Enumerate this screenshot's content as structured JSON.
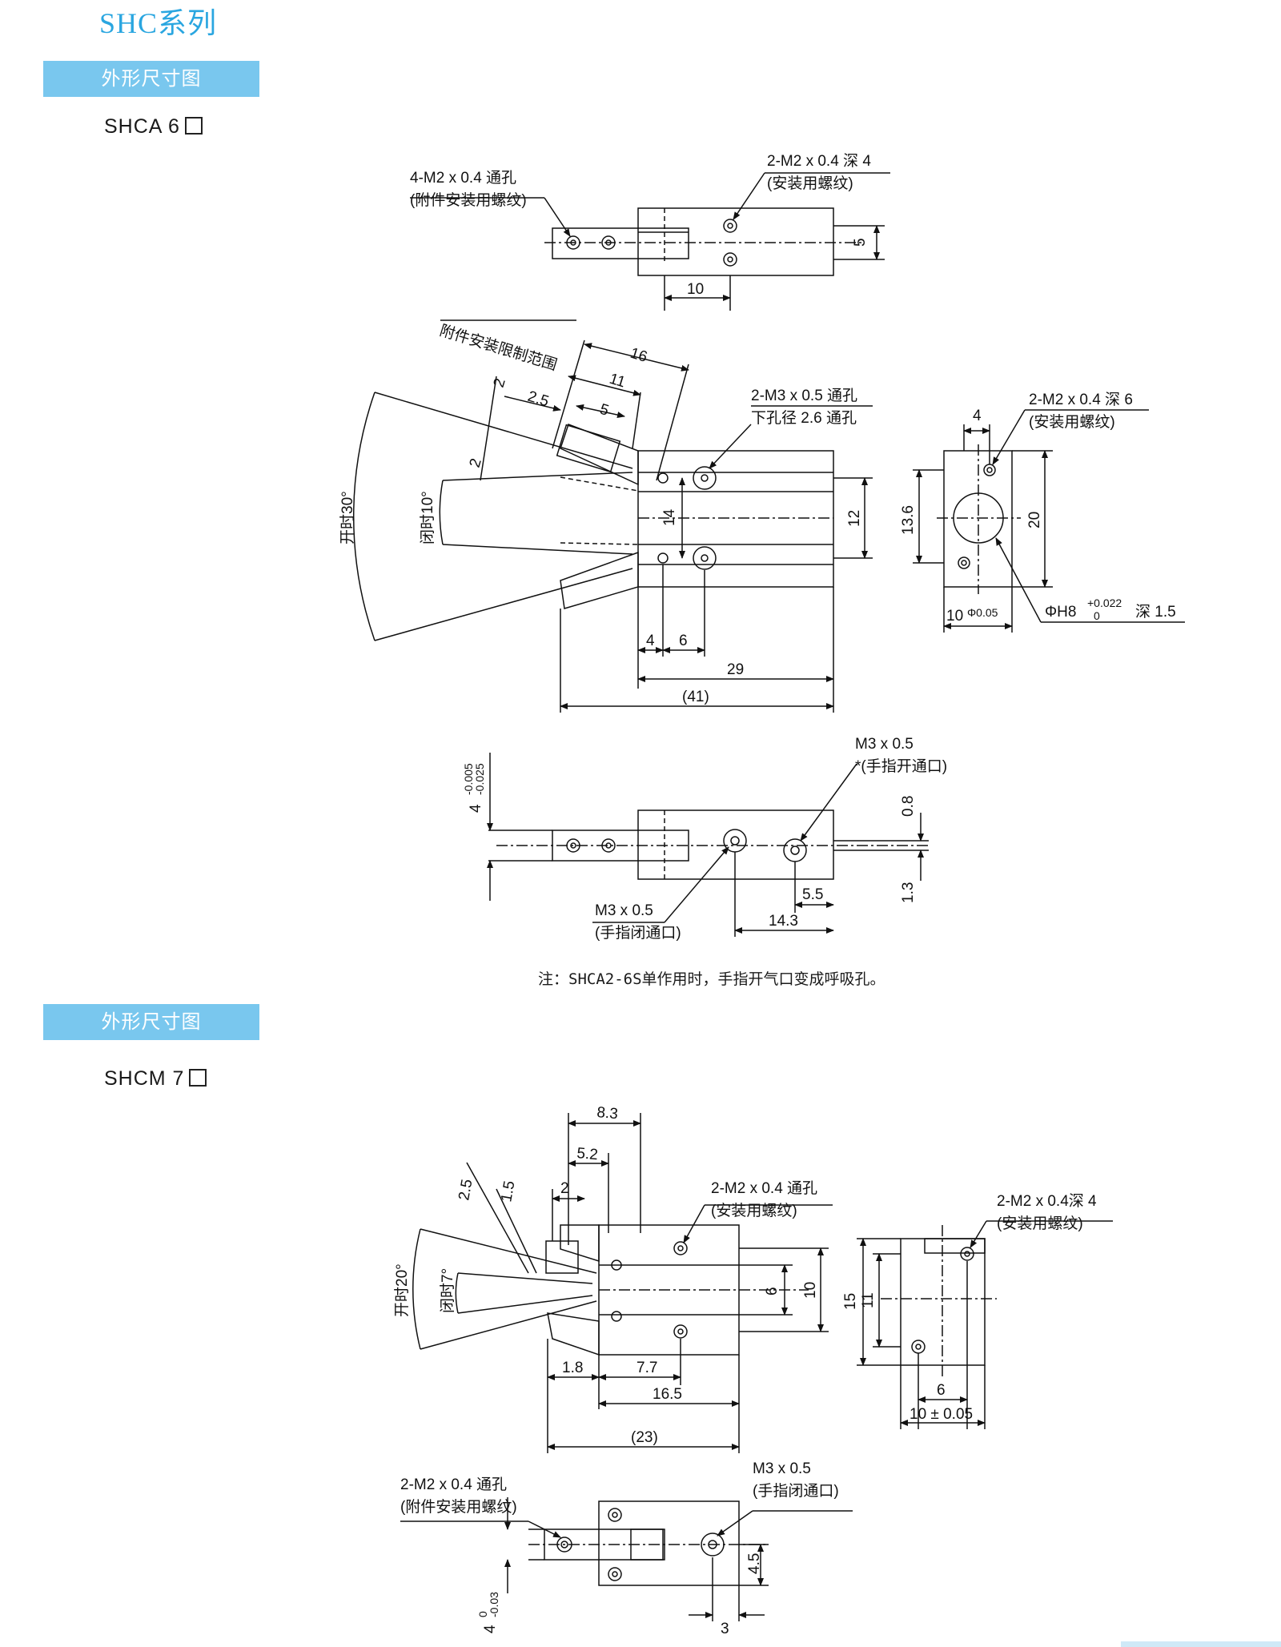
{
  "header": {
    "series_title": "SHC系列"
  },
  "section1": {
    "bar_label": "外形尺寸图",
    "model": "SHCA 6"
  },
  "section2": {
    "bar_label": "外形尺寸图",
    "model": "SHCM 7"
  },
  "note": "注：SHCA2-6S单作用时，手指开气口变成呼吸孔。",
  "shca6": {
    "top_left_callout_1": "4-M2 x 0.4 通孔",
    "top_left_callout_2": "(附件安装用螺纹)",
    "top_right_callout_1": "2-M2 x 0.4 深 4",
    "top_right_callout_2": "(安装用螺纹)",
    "dim_10": "10",
    "dim_5": "5",
    "attach_range": "附件安装限制范围",
    "dim_16": "16",
    "dim_11": "11",
    "dim_5b": "5",
    "dim_2_5": "2.5",
    "dim_2a": "2",
    "dim_2b": "2",
    "open_angle": "开时30°",
    "close_angle": "闭时10°",
    "m3_callout_1": "2-M3 x 0.5 通孔",
    "m3_callout_2": "下孔径 2.6 通孔",
    "dim_14": "14",
    "dim_12": "12",
    "dim_4": "4",
    "dim_6": "6",
    "dim_29": "29",
    "dim_41": "(41)",
    "side_callout_1": "2-M2 x 0.4 深 6",
    "side_callout_2": "(安装用螺纹)",
    "side_dim_4": "4",
    "side_dim_13_6": "13.6",
    "side_dim_20": "20",
    "side_dim_10": "10",
    "side_tol": "Φ0.05",
    "side_bore": "ΦH8",
    "side_bore_tol_top": "+0.022",
    "side_bore_tol_bot": "0",
    "side_bore_depth": "深 1.5",
    "bot_open_1": "M3 x 0.5",
    "bot_open_2": "*(手指开通口)",
    "bot_close_1": "M3 x 0.5",
    "bot_close_2": "(手指闭通口)",
    "bot_tol": "4",
    "bot_tol_top": "-0.005",
    "bot_tol_bot": "-0.025",
    "bot_0_8": "0.8",
    "bot_1_3": "1.3",
    "bot_5_5": "5.5",
    "bot_14_3": "14.3"
  },
  "shcm7": {
    "dim_8_3": "8.3",
    "dim_5_2": "5.2",
    "dim_2": "2",
    "dim_2_5": "2.5",
    "dim_1_5": "1.5",
    "open_angle": "开时20°",
    "close_angle": "闭时7°",
    "callout_1": "2-M2 x 0.4 通孔",
    "callout_2": "(安装用螺纹)",
    "dim_6": "6",
    "dim_10": "10",
    "dim_1_8": "1.8",
    "dim_7_7": "7.7",
    "dim_16_5": "16.5",
    "dim_23": "(23)",
    "side_callout_1": "2-M2 x 0.4深 4",
    "side_callout_2": "(安装用螺纹)",
    "side_15": "15",
    "side_11": "11",
    "side_6": "6",
    "side_10": "10 ± 0.05",
    "bot_callout_1": "2-M2 x 0.4 通孔",
    "bot_callout_2": "(附件安装用螺纹)",
    "bot_m3_1": "M3 x 0.5",
    "bot_m3_2": "(手指闭通口)",
    "bot_tol": "4",
    "bot_tol_top": "0",
    "bot_tol_bot": "-0.03",
    "bot_4_5": "4.5",
    "bot_3": "3"
  }
}
